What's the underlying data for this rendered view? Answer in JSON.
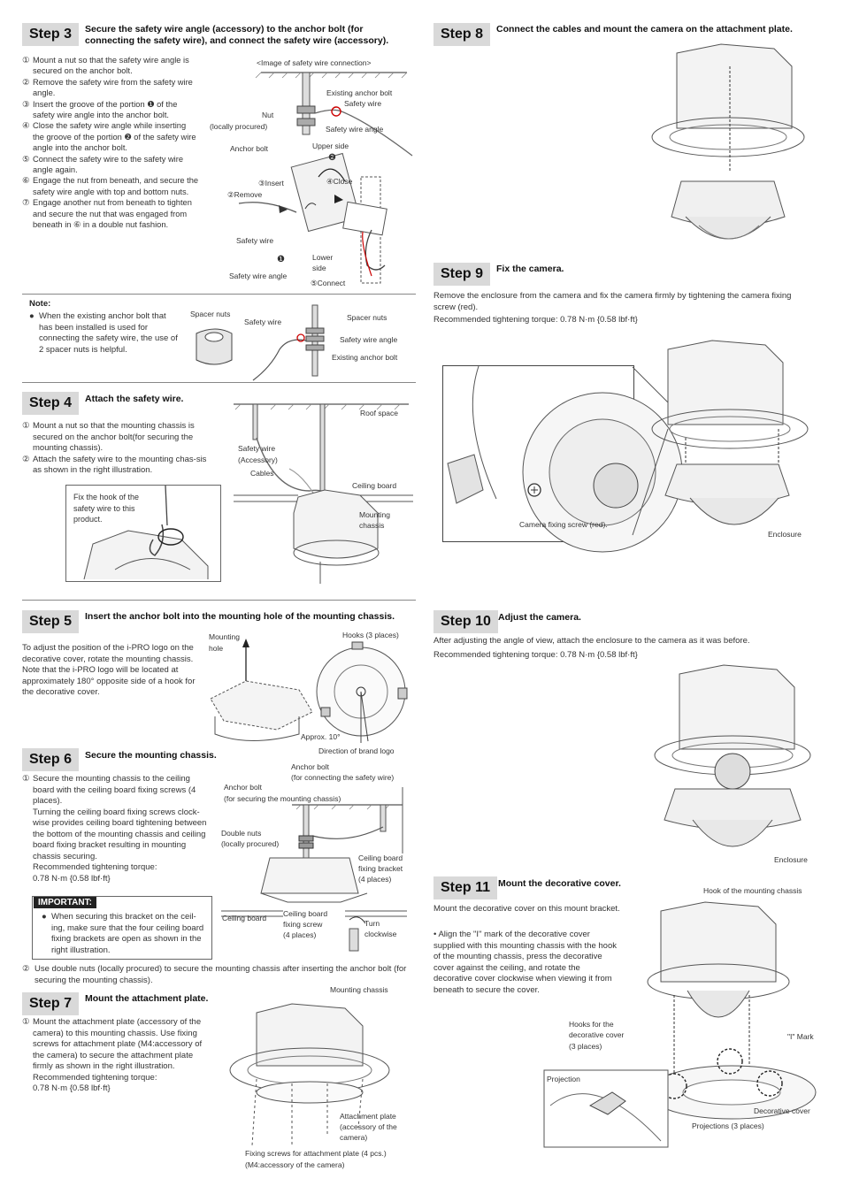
{
  "step3": {
    "label": "Step 3",
    "heading": "Secure the safety wire angle (accessory) to the anchor bolt (for connecting the safety wire), and connect the safety wire (accessory).",
    "items": [
      {
        "n": "①",
        "text": "Mount a nut so that the safety wire angle is secured on the anchor bolt."
      },
      {
        "n": "②",
        "text": "Remove the safety wire from the safety wire angle."
      },
      {
        "n": "③",
        "text": "Insert the groove of the portion ❶ of the safety wire angle into the anchor bolt."
      },
      {
        "n": "④",
        "text": "Close the safety wire angle while inserting the groove of the portion ❷ of the safety wire angle into the anchor bolt."
      },
      {
        "n": "⑤",
        "text": "Connect the safety wire to the safety wire angle again."
      },
      {
        "n": "⑥",
        "text": "Engage the nut from beneath, and secure the safety wire angle with top and bottom nuts."
      },
      {
        "n": "⑦",
        "text": "Engage another nut from beneath to tighten and secure the nut that was engaged from beneath in ⑥ in a double nut fashion."
      }
    ],
    "labels": {
      "image_caption": "<Image of safety wire connection>",
      "existing_anchor_bolt": "Existing anchor bolt",
      "safety_wire": "Safety wire",
      "nut": "Nut",
      "locally_procured": "(locally procured)",
      "safety_wire_angle": "Safety wire angle",
      "anchor_bolt": "Anchor bolt",
      "upper_side": "Upper side",
      "two": "❷",
      "insert": "③Insert",
      "close": "④Close",
      "remove": "②Remove",
      "safety_wire2": "Safety wire",
      "one": "❶",
      "lower": "Lower",
      "side": "side",
      "safety_wire_angle2": "Safety wire angle",
      "connect": "⑤Connect"
    }
  },
  "note": {
    "title": "Note:",
    "bullet": "When the existing anchor bolt that has been installed is used for connecting the safety wire, the use of 2 spacer nuts is helpful.",
    "labels": {
      "spacer_nuts": "Spacer nuts",
      "safety_wire": "Safety wire",
      "spacer_nuts2": "Spacer nuts",
      "safety_wire_angle": "Safety wire angle",
      "existing_anchor_bolt": "Existing anchor bolt"
    }
  },
  "step4": {
    "label": "Step 4",
    "heading": "Attach the safety wire.",
    "items": [
      {
        "n": "①",
        "text": "Mount a nut so that the mounting chassis is secured on the anchor bolt(for securing the mounting chassis)."
      },
      {
        "n": "②",
        "text": "Attach the safety wire to the mounting chas-sis as shown in the right illustration."
      }
    ],
    "inset_caption": "Fix the hook of the safety wire to this product.",
    "labels": {
      "roof_space": "Roof space",
      "safety_wire": "Safety wire",
      "accessory": "(Accessory)",
      "cables": "Cables",
      "ceiling_board": "Ceiling board",
      "mounting": "Mounting",
      "chassis": "chassis"
    }
  },
  "step5": {
    "label": "Step 5",
    "heading": "Insert the anchor bolt  into the mounting hole of the mounting chassis.",
    "text": "To adjust the position of the i-PRO logo on the decorative cover, rotate the mounting chassis. Note that the i-PRO logo will be located at approximately 180° opposite side of a hook for the decorative cover.",
    "labels": {
      "mounting": "Mounting",
      "hole": "hole",
      "hooks": "Hooks (3 places)",
      "approx": "Approx. 10°",
      "direction": "Direction of brand logo"
    }
  },
  "step6": {
    "label": "Step 6",
    "heading": "Secure the mounting chassis.",
    "item1_n": "①",
    "item1": "Secure the mounting chassis to the ceiling board with the ceiling board fixing screws (4 places).",
    "item1b": "Turning the ceiling board fixing screws clock-wise provides ceiling board tightening between the bottom of the mounting chassis and ceiling board fixing bracket resulting in mounting chassis securing.",
    "torque_label": "Recommended tightening torque:",
    "torque": "0.78 N·m {0.58 lbf·ft}",
    "important": "IMPORTANT:",
    "important_text": "When securing this bracket on the ceil-ing, make sure that the four ceiling board fixing brackets are open as shown in the right illustration.",
    "item2_n": "②",
    "item2": "Use double nuts (locally procured) to secure the mounting chassis after inserting the anchor bolt (for securing the mounting chassis).",
    "labels": {
      "anchor_bolt_top": "Anchor bolt",
      "for_safety": "(for connecting the safety wire)",
      "anchor_bolt": "Anchor bolt",
      "for_chassis": "(for securing the mounting chassis)",
      "double_nuts": "Double nuts",
      "locally": "(locally procured)",
      "cb_fixing1": "Ceiling board",
      "cb_fixing2": "fixing bracket",
      "cb_fixing3": "(4 places)",
      "ceiling_board": "Ceiling board",
      "cbfs1": "Ceiling board",
      "cbfs2": "fixing screw",
      "cbfs3": "(4 places)",
      "turn": "Turn",
      "clockwise": "clockwise"
    }
  },
  "step7": {
    "label": "Step 7",
    "heading": "Mount the attachment plate.",
    "item_n": "①",
    "item": "Mount the attachment plate (accessory of the camera) to this mounting chassis. Use fixing screws for attachment plate (M4:accessory of the camera) to secure the attachment plate firmly as shown in the right illustration.",
    "torque_label": "Recommended tightening torque:",
    "torque": "0.78 N·m {0.58 lbf·ft}",
    "labels": {
      "mounting_chassis": "Mounting chassis",
      "ap1": "Attachment plate",
      "ap2": "(accessory of the",
      "ap3": "camera)",
      "fs1": "Fixing screws for attachment plate (4 pcs.)",
      "fs2": "(M4:accessory of the camera)"
    }
  },
  "step8": {
    "label": "Step 8",
    "heading": "Connect the cables and mount the camera on the attachment plate."
  },
  "step9": {
    "label": "Step 9",
    "heading": "Fix the camera.",
    "text": "Remove the enclosure from the camera and fix the camera firmly by tightening the camera fixing screw (red).",
    "torque": "Recommended tightening torque: 0.78 N·m {0.58 lbf·ft}",
    "labels": {
      "camera_fixing_screw": "Camera fixing screw (red).",
      "enclosure": "Enclosure"
    }
  },
  "step10": {
    "label": "Step 10",
    "heading": "Adjust the camera.",
    "text": "After adjusting the angle of view, attach the enclosure to the camera as it was before.",
    "torque": "Recommended tightening torque: 0.78 N·m {0.58 lbf·ft}",
    "labels": {
      "enclosure": "Enclosure"
    }
  },
  "step11": {
    "label": "Step 11",
    "heading": "Mount the decorative cover.",
    "text1": "Mount the decorative cover on this mount bracket.",
    "text2": "• Align the \"I\" mark of the decorative cover supplied with this mounting chassis with the hook of the mounting chassis, press the decorative cover against the ceiling, and rotate the decorative cover clockwise when viewing it from beneath to secure the cover.",
    "labels": {
      "hook": "Hook of the mounting chassis",
      "hooks_dc1": "Hooks for the",
      "hooks_dc2": "decorative cover",
      "hooks_dc3": "(3 places)",
      "i_mark": "\"I\" Mark",
      "projection": "Projection",
      "decorative_cover": "Decorative cover",
      "projections": "Projections (3 places)"
    }
  }
}
